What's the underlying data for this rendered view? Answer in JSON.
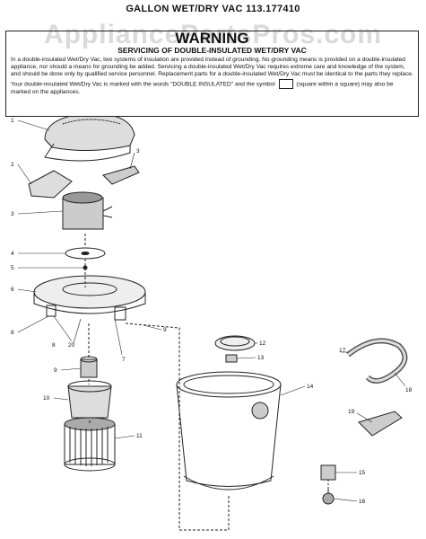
{
  "title": "GALLON WET/DRY VAC 113.177410",
  "watermark": "AppliancePartsPros.com",
  "warning": {
    "heading": "WARNING",
    "subheading": "SERVICING OF DOUBLE-INSULATED WET/DRY VAC",
    "body_before_symbol": "In a double-insulated Wet/Dry Vac, two systems of insulation are provided instead of grounding. No grounding means is provided on a double-insulated appliance, nor should a means for grounding be added. Servicing a double-insulated Wet/Dry Vac requires extreme care and knowledge of the system, and should be done only by qualified service personnel. Replacement parts for a double-insulated Wet/Dry Vac must be identical to the parts they replace. Your double-insulated Wet/Dry Vac is marked with the words \"DOUBLE INSULATED\" and the symbol",
    "body_after_symbol": "(square within a square) may also be marked on the appliances."
  },
  "callouts": [
    "1",
    "2",
    "3",
    "3",
    "4",
    "5",
    "6",
    "7",
    "8",
    "8",
    "9",
    "9",
    "10",
    "11",
    "12",
    "13",
    "14",
    "15",
    "16",
    "17",
    "18",
    "19",
    "20"
  ]
}
